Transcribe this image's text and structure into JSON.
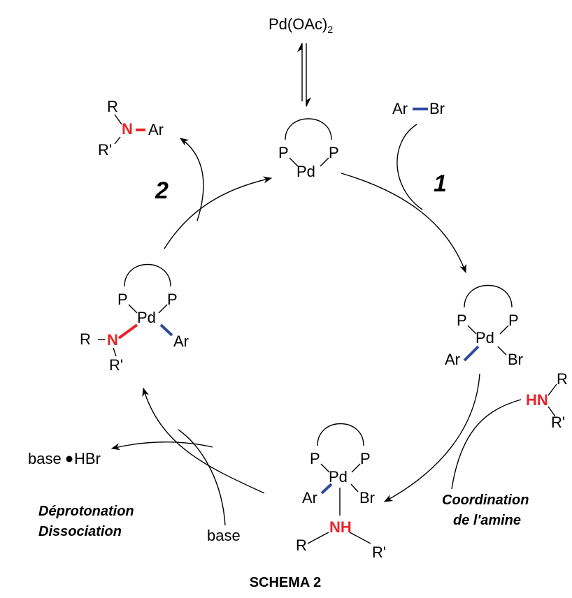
{
  "precatalyst": {
    "main": "Pd(OAc)",
    "sub": "2"
  },
  "steps": {
    "one": "1",
    "two": "2"
  },
  "reagents": {
    "aryl_left": "Ar",
    "aryl_right": "Br",
    "amine_h": "HN",
    "amine_r": "R",
    "amine_r2": "R'",
    "base": "base",
    "base_salt_left": "base",
    "base_salt_right": "HBr"
  },
  "product": {
    "r": "R",
    "n": "N",
    "ar": "Ar",
    "r2": "R'"
  },
  "complexes": {
    "catalyst": {
      "p1": "P",
      "p2": "P",
      "pd": "Pd"
    },
    "oxidative": {
      "p1": "P",
      "p2": "P",
      "pd": "Pd",
      "ar": "Ar",
      "br": "Br"
    },
    "amine": {
      "p1": "P",
      "p2": "P",
      "pd": "Pd",
      "ar": "Ar",
      "br": "Br",
      "nh": "NH",
      "r": "R",
      "r2": "R'"
    },
    "amido": {
      "p1": "P",
      "p2": "P",
      "pd": "Pd",
      "r": "R",
      "n": "N",
      "r2": "R'",
      "ar": "Ar"
    }
  },
  "labels": {
    "coord_1": "Coordination",
    "coord_2": "de l'amine",
    "deprot_1": "Déprotonation",
    "deprot_2": "Dissociation",
    "caption": "SCHEMA 2"
  }
}
